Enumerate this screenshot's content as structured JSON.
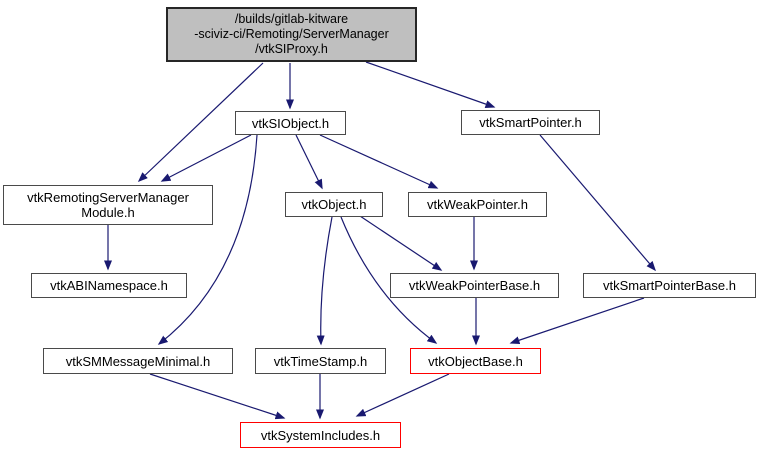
{
  "diagram": {
    "type": "include-dependency-graph",
    "colors": {
      "background": "#ffffff",
      "edge": "#191970",
      "node_border": "#4a4a4a",
      "truncated_node_border": "#ff0000",
      "root_fill": "#bfbfbf",
      "text": "#000000"
    },
    "nodes": [
      {
        "id": "root",
        "label": "/builds/gitlab-kitware\n-sciviz-ci/Remoting/ServerManager\n/vtkSIProxy.h",
        "style": "root"
      },
      {
        "id": "siobject",
        "label": "vtkSIObject.h",
        "style": "normal"
      },
      {
        "id": "smartpointer",
        "label": "vtkSmartPointer.h",
        "style": "normal"
      },
      {
        "id": "module",
        "label": "vtkRemotingServerManager\nModule.h",
        "style": "normal"
      },
      {
        "id": "object",
        "label": "vtkObject.h",
        "style": "normal"
      },
      {
        "id": "weakpointer",
        "label": "vtkWeakPointer.h",
        "style": "normal"
      },
      {
        "id": "abinamespace",
        "label": "vtkABINamespace.h",
        "style": "normal"
      },
      {
        "id": "weakpointerbase",
        "label": "vtkWeakPointerBase.h",
        "style": "normal"
      },
      {
        "id": "smartpointerbase",
        "label": "vtkSmartPointerBase.h",
        "style": "normal"
      },
      {
        "id": "smmessage",
        "label": "vtkSMMessageMinimal.h",
        "style": "normal"
      },
      {
        "id": "timestamp",
        "label": "vtkTimeStamp.h",
        "style": "normal"
      },
      {
        "id": "objectbase",
        "label": "vtkObjectBase.h",
        "style": "truncated"
      },
      {
        "id": "systemincludes",
        "label": "vtkSystemIncludes.h",
        "style": "truncated"
      }
    ],
    "edges": [
      {
        "from": "/builds/gitlab-kitware-sciviz-ci/Remoting/ServerManager/vtkSIProxy.h",
        "to": "vtkSIObject.h"
      },
      {
        "from": "/builds/gitlab-kitware-sciviz-ci/Remoting/ServerManager/vtkSIProxy.h",
        "to": "vtkRemotingServerManagerModule.h"
      },
      {
        "from": "/builds/gitlab-kitware-sciviz-ci/Remoting/ServerManager/vtkSIProxy.h",
        "to": "vtkSmartPointer.h"
      },
      {
        "from": "vtkSIObject.h",
        "to": "vtkRemotingServerManagerModule.h"
      },
      {
        "from": "vtkSIObject.h",
        "to": "vtkSMMessageMinimal.h"
      },
      {
        "from": "vtkSIObject.h",
        "to": "vtkObject.h"
      },
      {
        "from": "vtkSIObject.h",
        "to": "vtkWeakPointer.h"
      },
      {
        "from": "vtkSmartPointer.h",
        "to": "vtkSmartPointerBase.h"
      },
      {
        "from": "vtkRemotingServerManagerModule.h",
        "to": "vtkABINamespace.h"
      },
      {
        "from": "vtkObject.h",
        "to": "vtkTimeStamp.h"
      },
      {
        "from": "vtkObject.h",
        "to": "vtkWeakPointerBase.h"
      },
      {
        "from": "vtkObject.h",
        "to": "vtkObjectBase.h"
      },
      {
        "from": "vtkWeakPointer.h",
        "to": "vtkWeakPointerBase.h"
      },
      {
        "from": "vtkWeakPointerBase.h",
        "to": "vtkObjectBase.h"
      },
      {
        "from": "vtkSmartPointerBase.h",
        "to": "vtkObjectBase.h"
      },
      {
        "from": "vtkSMMessageMinimal.h",
        "to": "vtkSystemIncludes.h"
      },
      {
        "from": "vtkTimeStamp.h",
        "to": "vtkSystemIncludes.h"
      },
      {
        "from": "vtkObjectBase.h",
        "to": "vtkSystemIncludes.h"
      }
    ]
  }
}
